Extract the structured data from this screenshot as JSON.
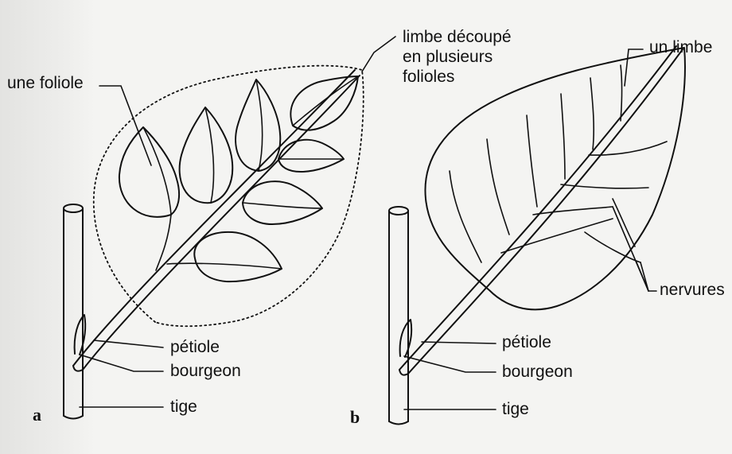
{
  "panels": {
    "a": {
      "letter": "a",
      "labels": {
        "foliole": "une foliole",
        "limbe_line1": "limbe  découpé",
        "limbe_line2": "en plusieurs",
        "limbe_line3": "folioles",
        "petiole": "pétiole",
        "bourgeon": "bourgeon",
        "tige": "tige"
      }
    },
    "b": {
      "letter": "b",
      "labels": {
        "limbe": "un limbe",
        "nervures": "nervures",
        "petiole": "pétiole",
        "bourgeon": "bourgeon",
        "tige": "tige"
      }
    }
  },
  "colors": {
    "ink": "#111111",
    "paper": "#f4f4f2"
  }
}
